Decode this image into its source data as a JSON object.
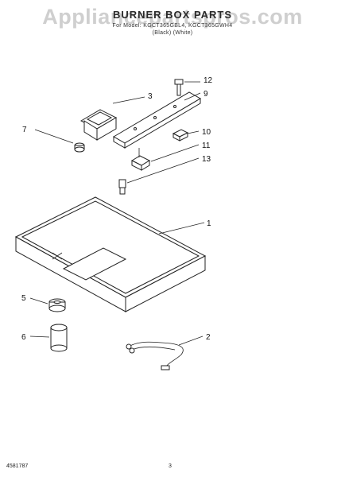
{
  "watermark": "Appliancepartspros.com",
  "header": {
    "title": "BURNER BOX PARTS",
    "model_line": "For Model: KGCT365GBL4, KGCT365GWH4",
    "color_line": "(Black)        (White)"
  },
  "callouts": {
    "c1": "1",
    "c2": "2",
    "c3": "3",
    "c5": "5",
    "c6": "6",
    "c7": "7",
    "c9": "9",
    "c10": "10",
    "c11": "11",
    "c12": "12",
    "c13": "13"
  },
  "footer": {
    "doc_number": "4581787",
    "page_number": "3"
  }
}
